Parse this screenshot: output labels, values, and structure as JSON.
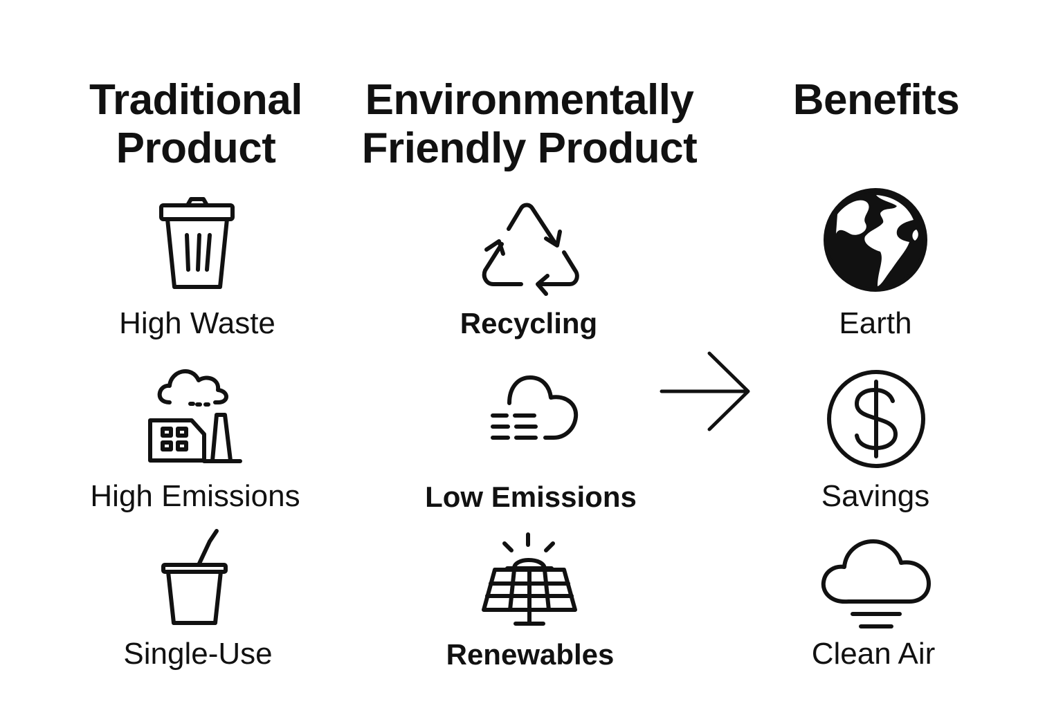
{
  "columns": [
    {
      "heading_line1": "Traditional",
      "heading_line2": "Product",
      "items": [
        {
          "label": "High Waste",
          "icon": "trash-can-icon"
        },
        {
          "label": "High Emissions",
          "icon": "factory-smoke-icon"
        },
        {
          "label": "Single-Use",
          "icon": "disposable-cup-icon"
        }
      ]
    },
    {
      "heading_line1": "Environmentally",
      "heading_line2": "Friendly Product",
      "items": [
        {
          "label": "Recycling",
          "icon": "recycle-icon"
        },
        {
          "label": "Low Emissions",
          "icon": "wind-cloud-icon"
        },
        {
          "label": "Renewables",
          "icon": "solar-panel-icon"
        }
      ]
    },
    {
      "heading_line1": "Benefits",
      "heading_line2": "",
      "items": [
        {
          "label": "Earth",
          "icon": "globe-icon"
        },
        {
          "label": "Savings",
          "icon": "dollar-coin-icon"
        },
        {
          "label": "Clean Air",
          "icon": "cloud-air-icon"
        }
      ]
    }
  ],
  "connector": {
    "icon": "arrow-right-icon"
  }
}
